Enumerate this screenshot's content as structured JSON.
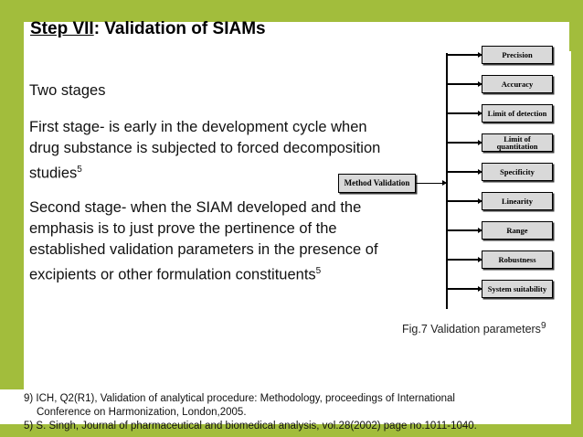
{
  "slide": {
    "title_underlined": "Step VII",
    "title_rest": ": Validation of SIAMs",
    "accent_color": "#a2bd3c",
    "body": {
      "para_1": "Two stages",
      "para_2_text": "First stage-  is early in the development cycle when drug substance is subjected to forced decomposition studies",
      "para_2_sup": "5",
      "para_3_text": "Second stage-  when the SIAM developed and the emphasis is to just prove the pertinence of the established validation parameters in the presence of excipients or other formulation constituents",
      "para_3_sup": "5"
    },
    "figure": {
      "caption_text": "Fig.7 Validation parameters",
      "caption_sup": "9",
      "root": "Method Validation",
      "leaves": [
        "Precision",
        "Accuracy",
        "Limit of detection",
        "Limit of quantitation",
        "Specificity",
        "Linearity",
        "Range",
        "Robustness",
        "System suitability"
      ]
    },
    "footnotes": {
      "ref_9_line_1": "9) ICH, Q2(R1), Validation of analytical  procedure: Methodology, proceedings of International",
      "ref_9_line_2": "Conference on Harmonization, London,2005.",
      "ref_5": "5) S. Singh, Journal of pharmaceutical and biomedical analysis, vol.28(2002) page no.1011-1040."
    }
  }
}
